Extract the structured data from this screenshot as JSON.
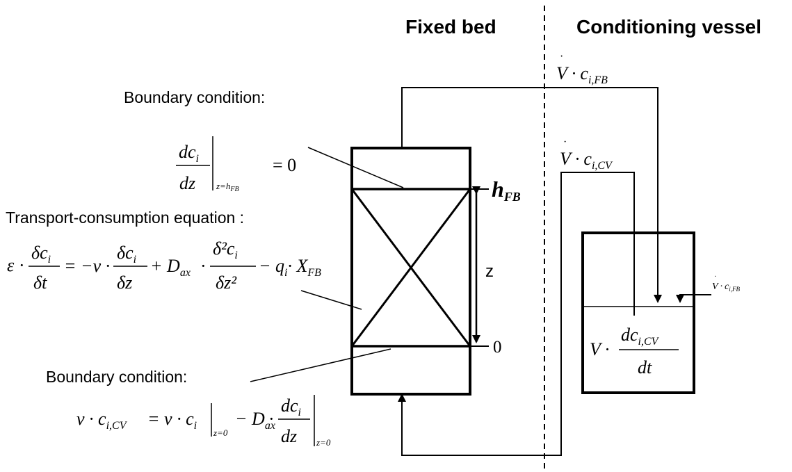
{
  "headers": {
    "fixed_bed": "Fixed bed",
    "conditioning_vessel": "Conditioning vessel"
  },
  "labels": {
    "boundary_top": "Boundary condition:",
    "transport": "Transport-consumption equation :",
    "boundary_bottom": "Boundary condition:",
    "z_axis": "z",
    "h_fb_main": "h",
    "h_fb_sub": "FB",
    "zero": "0"
  },
  "equations": {
    "top_boundary": {
      "num_d": "dc",
      "num_i": "i",
      "den": "dz",
      "eval_at": "z=h",
      "eval_sub": "FB",
      "rhs": "= 0"
    },
    "transport": {
      "eps": "ε",
      "lhs_num": "δc",
      "lhs_num_sub": "i",
      "lhs_den": "δt",
      "t2_sign": "= −v ·",
      "t2_num": "δc",
      "t2_num_sub": "i",
      "t2_den": "δz",
      "t3_sign": "+ D",
      "t3_sub": "ax",
      "t3_num": "δ²c",
      "t3_num_sub": "i",
      "t3_den": "δz²",
      "t4": "− q",
      "t4_sub": "i",
      "t4_mid": "· X",
      "t4_sub2": "FB"
    },
    "bottom_boundary": {
      "lhs": "v · c",
      "lhs_sub": "i,CV",
      "mid": "= v · c",
      "mid_sub": "i",
      "eval1": "z=0",
      "minus": "− D",
      "minus_sub": "ax",
      "num": "dc",
      "num_sub": "i",
      "den": "dz",
      "eval2": "z=0"
    },
    "flow_top": {
      "v": "V",
      "dot": "·",
      "c": "c",
      "sub": "i,FB"
    },
    "flow_mid": {
      "v": "V",
      "dot": "·",
      "c": "c",
      "sub": "i,CV"
    },
    "flow_small": {
      "v": "V",
      "dot": "·",
      "c": "c",
      "sub": "i,FB"
    },
    "vessel": {
      "v": "V ·",
      "num": "dc",
      "num_sub": "i,CV",
      "den": "dt"
    }
  }
}
